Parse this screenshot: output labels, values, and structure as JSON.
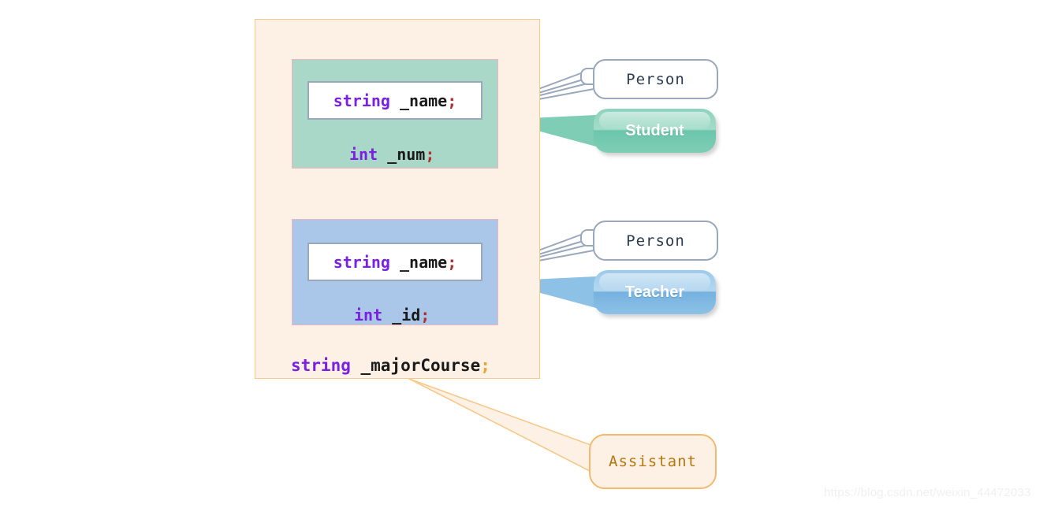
{
  "diagram": {
    "title": "C++ inheritance member-layout diagram",
    "outer_container": {
      "name": "assistant-class-body",
      "fill_color": "#fdf0e4",
      "border_color": "#f6c98a"
    },
    "blocks": [
      {
        "key": "student-block",
        "fill_color": "#a9d8c8",
        "border_color": "#f0b3c0",
        "inherited_member": {
          "keyword": "string",
          "identifier": " _name",
          "terminator": ";"
        },
        "own_member": {
          "keyword": "int",
          "identifier": " _num",
          "terminator": ";"
        },
        "base_label": "Person",
        "derived_label": "Student",
        "derived_color": "#7fcdb4"
      },
      {
        "key": "teacher-block",
        "fill_color": "#aac7ea",
        "border_color": "#f0b3c0",
        "inherited_member": {
          "keyword": "string",
          "identifier": " _name",
          "terminator": ";"
        },
        "own_member": {
          "keyword": "int",
          "identifier": " _id",
          "terminator": ";"
        },
        "base_label": "Person",
        "derived_label": "Teacher",
        "derived_color": "#8dc1e6"
      }
    ],
    "assistant_member": {
      "keyword": "string",
      "identifier": " _majorCourse",
      "terminator": ";"
    },
    "assistant_label": "Assistant",
    "assistant_color": "#b5770f"
  },
  "watermark": {
    "text": "https://blog.csdn.net/weixin_44472033"
  }
}
